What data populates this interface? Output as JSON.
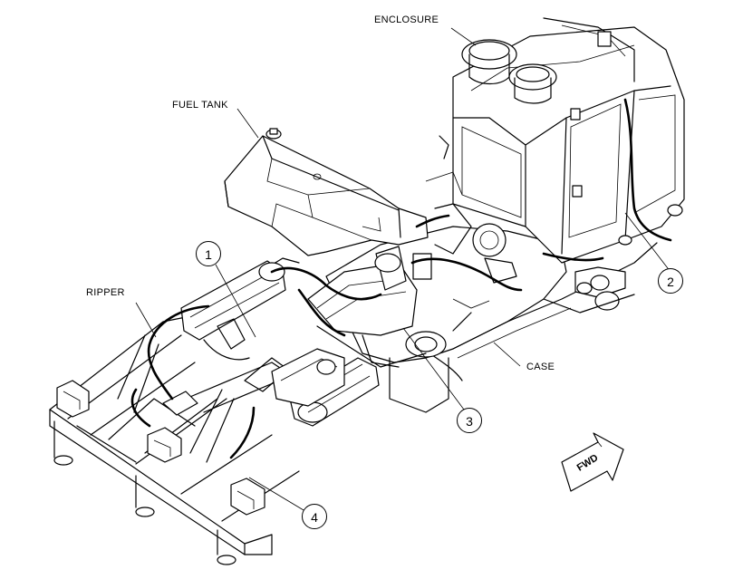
{
  "labels": {
    "enclosure": "ENCLOSURE",
    "fuel_tank": "FUEL TANK",
    "ripper": "RIPPER",
    "case": "CASE"
  },
  "callouts": {
    "c1": "1",
    "c2": "2",
    "c3": "3",
    "c4": "4"
  },
  "direction_arrow": "FWD"
}
